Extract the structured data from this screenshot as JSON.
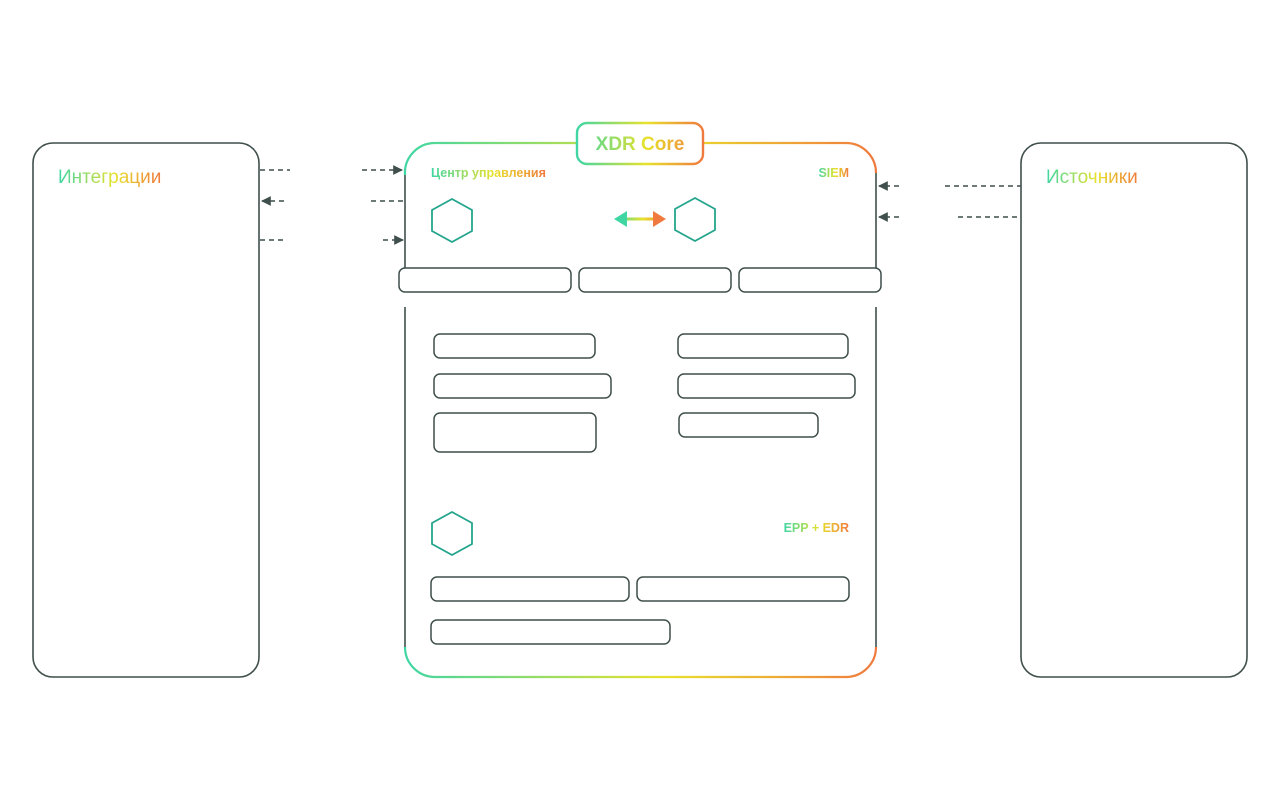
{
  "colors": {
    "stroke": "#3f4f4c",
    "gradient_start": "#3fd6a4",
    "gradient_mid": "#e8e22c",
    "gradient_end": "#f07a3e",
    "hex_icon": "#23a58c",
    "background": "#ffffff"
  },
  "left_panel": {
    "title": "Интеграции"
  },
  "right_panel": {
    "title": "Источники"
  },
  "core": {
    "badge": "XDR Core",
    "control_center": "Центр управления",
    "siem": "SIEM",
    "epp_edr": "EPP + EDR"
  },
  "icons": {
    "hex_control_center": "hexagon-icon",
    "hex_siem": "hexagon-icon",
    "hex_epp": "hexagon-icon",
    "exchange_arrow": "double-arrow-icon"
  }
}
